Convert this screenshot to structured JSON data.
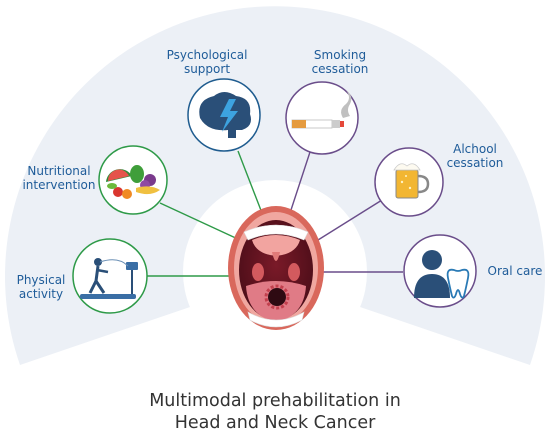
{
  "title": {
    "line1": "Multimodal prehabilitation in",
    "line2": "Head and Neck Cancer"
  },
  "interventions": [
    {
      "label": "Physical\nactivity",
      "icon": "treadmill-icon",
      "ring_color": "#2e9a48"
    },
    {
      "label": "Nutritional\nintervention",
      "icon": "fruits-vegetables-icon",
      "ring_color": "#2e9a48"
    },
    {
      "label": "Psychological\nsupport",
      "icon": "brain-lightning-icon",
      "ring_color": "#1f5c8f"
    },
    {
      "label": "Smoking\ncessation",
      "icon": "cigarette-icon",
      "ring_color": "#6a4d8a"
    },
    {
      "label": "Alchool\ncessation",
      "icon": "beer-mug-icon",
      "ring_color": "#6a4d8a"
    },
    {
      "label": "Oral care",
      "icon": "patient-tooth-icon",
      "ring_color": "#6a4d8a"
    }
  ],
  "colors": {
    "background_fan": "#ecf0f6",
    "label_text": "#1f5c99",
    "title_text": "#333333"
  }
}
